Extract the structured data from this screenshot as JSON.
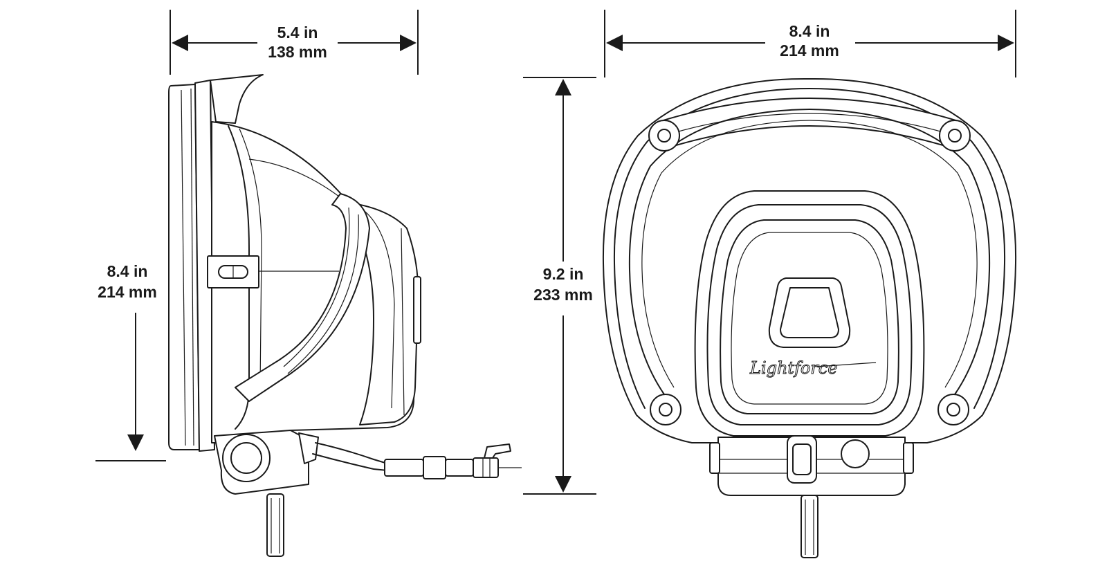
{
  "dimensions": {
    "side_depth": {
      "imperial": "5.4 in",
      "metric": "138 mm"
    },
    "side_height": {
      "imperial": "8.4 in",
      "metric": "214 mm"
    },
    "front_height": {
      "imperial": "9.2 in",
      "metric": "233 mm"
    },
    "front_width": {
      "imperial": "8.4 in",
      "metric": "214 mm"
    }
  },
  "logo_text": "Lightforce",
  "colors": {
    "line": "#1a1a1a",
    "background": "#ffffff"
  }
}
